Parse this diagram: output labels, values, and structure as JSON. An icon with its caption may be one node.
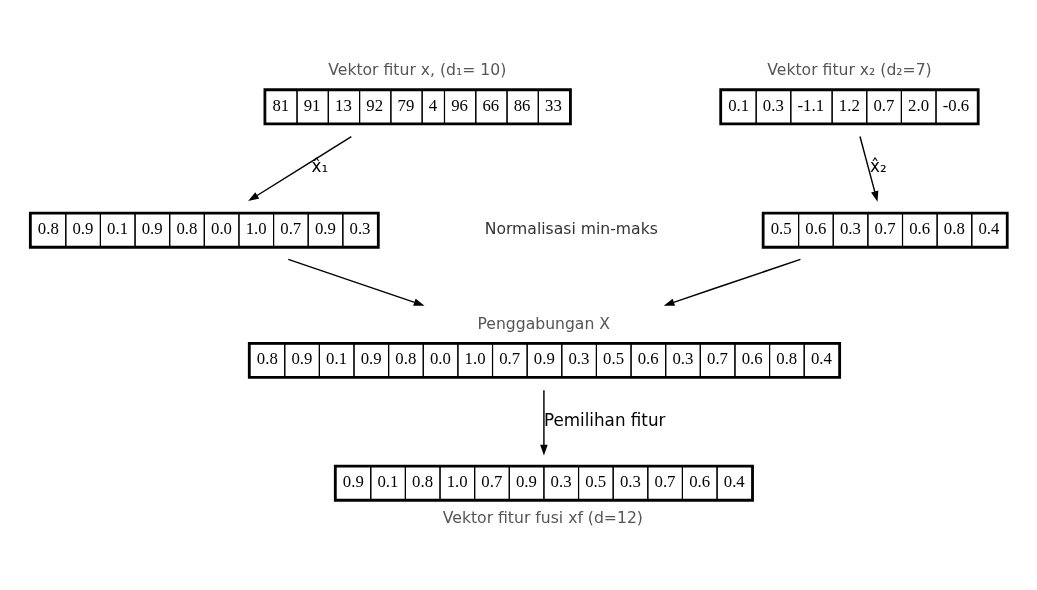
{
  "diagram": {
    "nodes": [
      {
        "text": [
          "81",
          "91",
          "13",
          "92",
          "79",
          "4",
          "96",
          "66",
          "86",
          "33"
        ],
        "beside": [
          "Vektor fitur x, (d₁= 10)"
        ]
      },
      {
        "text": [
          "0.8",
          "0.9",
          "0.1",
          "0.9",
          "0.8",
          "0.0",
          "1.0",
          "0.7",
          "0.9",
          "0.3"
        ]
      },
      {
        "text": [
          "0.1",
          "0.3",
          "-1.1",
          "1.2",
          "0.7",
          "2.0",
          "-0.6"
        ],
        "beside": [
          "Vektor fitur x₂ (d₂=7)"
        ]
      },
      {
        "text": [
          "0.5",
          "0.6",
          "0.3",
          "0.7",
          "0.6",
          "0.8",
          "0.4"
        ]
      },
      {
        "text": [
          "0.8",
          "0.9",
          "0.1",
          "0.9",
          "0.8",
          "0.0",
          "1.0",
          "0.7",
          "0.9",
          "0.3",
          "0.5",
          "0.6",
          "0.3",
          "0.7",
          "0.6",
          "0.8",
          "0.4"
        ],
        "beside": [
          "Penggabungan X"
        ]
      },
      {
        "text": [
          "0.9",
          "0.1",
          "0.8",
          "1.0",
          "0.7",
          "0.9",
          "0.3",
          "0.5",
          "0.3",
          "0.7",
          "0.6",
          "0.4"
        ],
        "beside": [
          "Vektor fitur fusi xf (d=12)"
        ]
      }
    ],
    "edges": [
      {
        "from": 0,
        "to": 1,
        "arrow": "to",
        "label": "x̂₁"
      },
      {
        "from": 2,
        "to": 3,
        "arrow": "to",
        "label": "x̂₂"
      },
      {
        "from": 1,
        "to": 4,
        "arrow": "to"
      },
      {
        "from": 3,
        "to": 4,
        "arrow": "to"
      },
      {
        "from": 4,
        "to": 5,
        "arrow": "to",
        "label": "Pemilihan fitur"
      }
    ],
    "labels": [
      "Normalisasi min-maks"
    ]
  }
}
